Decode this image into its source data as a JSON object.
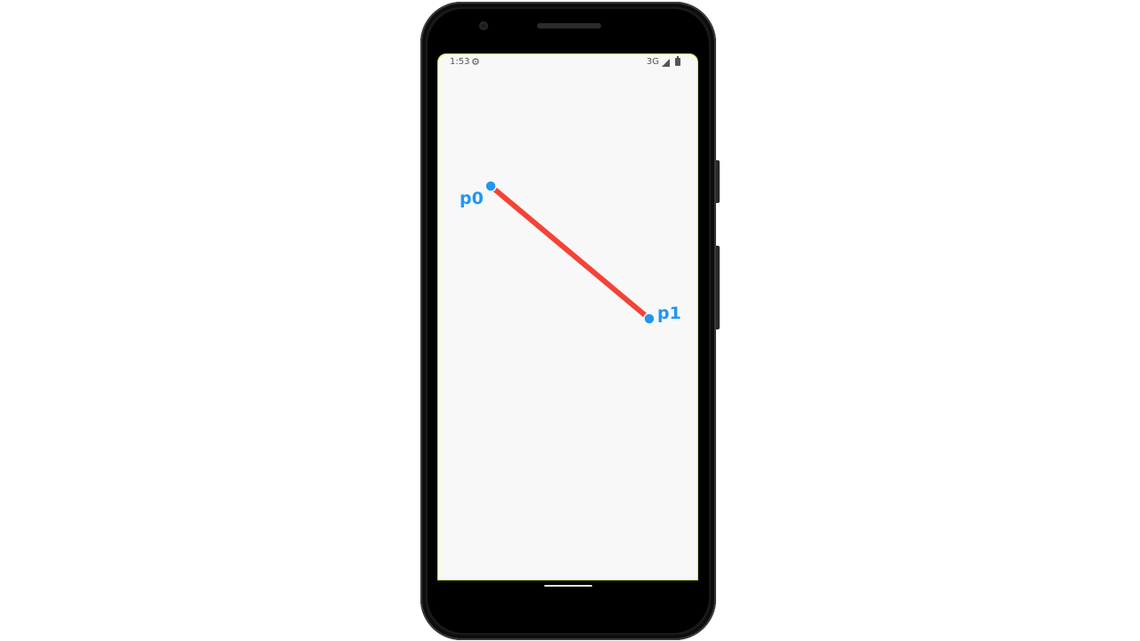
{
  "status_bar": {
    "time": "1:53",
    "gear_icon": "settings-gear",
    "network": "3G",
    "signal_icon": "signal-strength",
    "battery_icon": "battery-full"
  },
  "canvas": {
    "line_color": "#f44336",
    "point_color": "#2196f3",
    "point_stroke": "#ffffff",
    "p0": {
      "label": "p0"
    },
    "p1": {
      "label": "p1"
    }
  },
  "colors": {
    "screen_background": "#f8f8f8",
    "screen_border": "#c7e23a",
    "device_body": "#1a1a1a"
  }
}
